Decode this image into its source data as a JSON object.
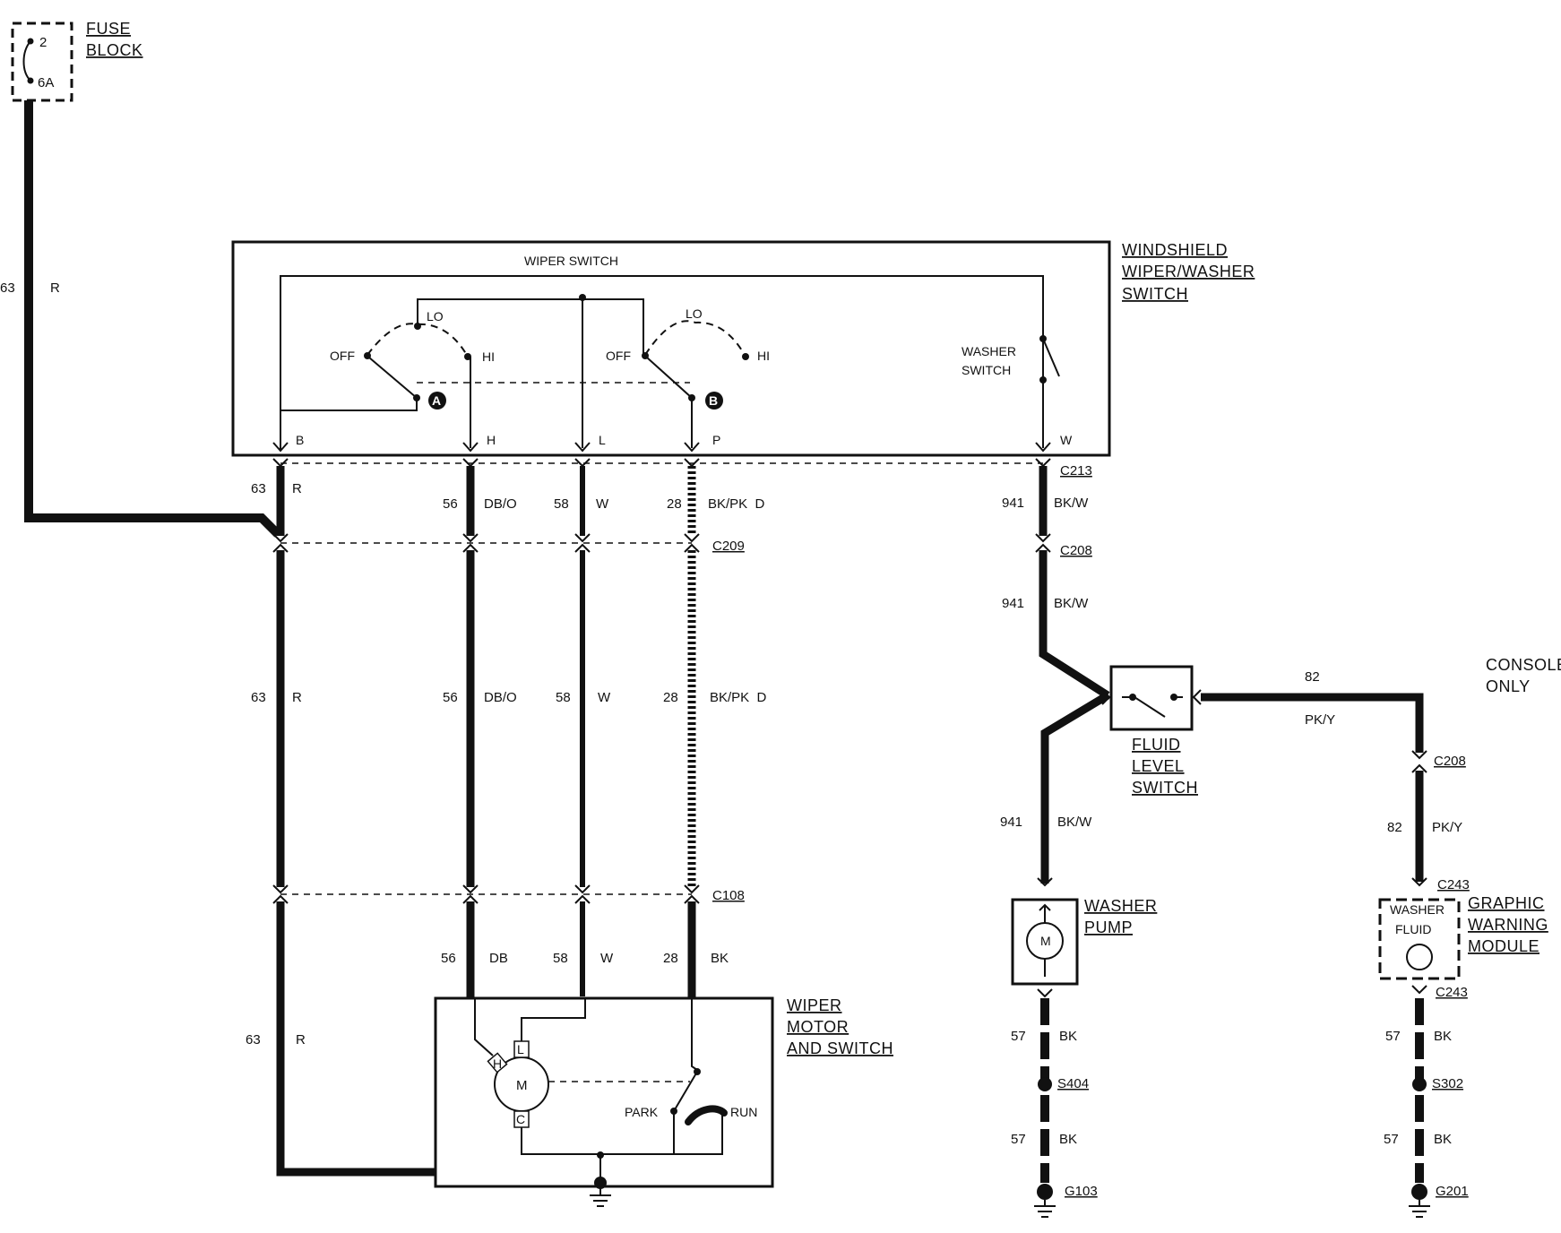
{
  "fuse_block": {
    "title_line1": "FUSE",
    "title_line2": "BLOCK",
    "fuse_number": "2",
    "fuse_rating": "6A"
  },
  "wiper_washer_switch": {
    "title_line1": "WINDSHIELD",
    "title_line2": "WIPER/WASHER",
    "title_line3": "SWITCH",
    "inner_title": "WIPER SWITCH",
    "contacts_a": {
      "off": "OFF",
      "lo": "LO",
      "hi": "HI",
      "marker": "A"
    },
    "contacts_b": {
      "off": "OFF",
      "lo": "LO",
      "hi": "HI",
      "marker": "B"
    },
    "washer_switch_line1": "WASHER",
    "washer_switch_line2": "SWITCH",
    "pins": [
      "B",
      "H",
      "L",
      "P",
      "W"
    ]
  },
  "feed_wire": {
    "circuit": "63",
    "color": "R"
  },
  "connectors": {
    "c213": "C213",
    "c209": "C209",
    "c208": "C208",
    "c108": "C108",
    "c208_console": "C208",
    "c243_top": "C243",
    "c243_bottom": "C243"
  },
  "wires_row1": [
    {
      "circuit": "63",
      "color": "R"
    },
    {
      "circuit": "56",
      "color": "DB/O"
    },
    {
      "circuit": "58",
      "color": "W"
    },
    {
      "circuit": "28",
      "color": "BK/PK  D"
    }
  ],
  "wires_row2": [
    {
      "circuit": "63",
      "color": "R"
    },
    {
      "circuit": "56",
      "color": "DB/O"
    },
    {
      "circuit": "58",
      "color": "W"
    },
    {
      "circuit": "28",
      "color": "BK/PK  D"
    }
  ],
  "wires_row3": [
    {
      "circuit": "56",
      "color": "DB"
    },
    {
      "circuit": "58",
      "color": "W"
    },
    {
      "circuit": "28",
      "color": "BK"
    }
  ],
  "wire_63_lower": {
    "circuit": "63",
    "color": "R"
  },
  "washer_wire_1": {
    "circuit": "941",
    "color": "BK/W"
  },
  "washer_wire_2": {
    "circuit": "941",
    "color": "BK/W"
  },
  "washer_wire_3": {
    "circuit": "941",
    "color": "BK/W"
  },
  "fluid_level_switch": {
    "line1": "FLUID",
    "line2": "LEVEL",
    "line3": "SWITCH"
  },
  "console_only": {
    "line1": "CONSOLE",
    "line2": "ONLY"
  },
  "warning_wire_1": {
    "circuit": "82",
    "color": "PK/Y"
  },
  "warning_wire_2": {
    "circuit": "82",
    "color": "PK/Y"
  },
  "wiper_motor": {
    "title_line1": "WIPER",
    "title_line2": "MOTOR",
    "title_line3": "AND SWITCH",
    "motor": "M",
    "term_h": "H",
    "term_l": "L",
    "term_c": "C",
    "park": "PARK",
    "run": "RUN"
  },
  "washer_pump": {
    "title_line1": "WASHER",
    "title_line2": "PUMP",
    "motor": "M"
  },
  "graphic_warning_module": {
    "title_line1": "GRAPHIC",
    "title_line2": "WARNING",
    "title_line3": "MODULE",
    "inner_line1": "WASHER",
    "inner_line2": "FLUID"
  },
  "ground_left": {
    "wire1": {
      "circuit": "57",
      "color": "BK"
    },
    "splice": "S404",
    "wire2": {
      "circuit": "57",
      "color": "BK"
    },
    "ground": "G103"
  },
  "ground_right": {
    "wire1": {
      "circuit": "57",
      "color": "BK"
    },
    "splice": "S302",
    "wire2": {
      "circuit": "57",
      "color": "BK"
    },
    "ground": "G201"
  }
}
